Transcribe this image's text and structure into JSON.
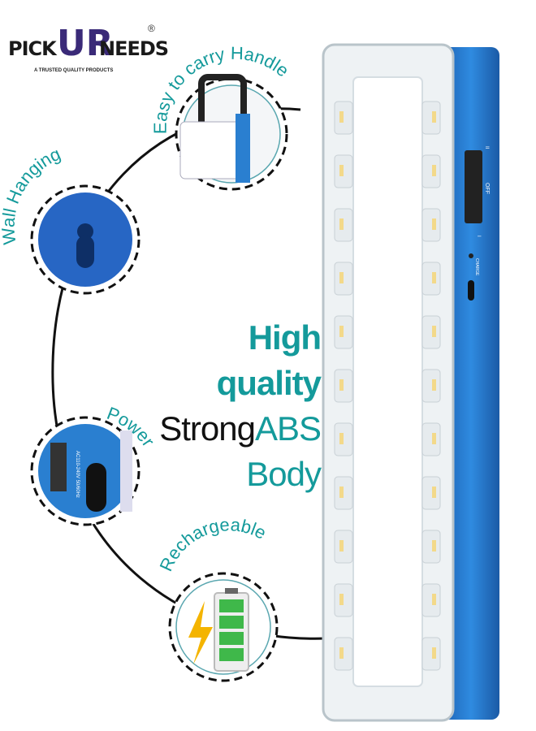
{
  "brand": {
    "word_left": "PICK",
    "word_mid": "UR",
    "word_right": "NEEDS",
    "tagline": "A TRUSTED QUALITY PRODUCTS",
    "registered": "®"
  },
  "features": [
    {
      "label": "Easy to carry Handle",
      "icon": "handle-icon"
    },
    {
      "label": "Wall Hanging",
      "icon": "keyhole-icon"
    },
    {
      "label": "Power",
      "icon": "power-socket-icon",
      "socket_text": "AC110-240V 50/60Hz"
    },
    {
      "label": "Rechargeable",
      "icon": "battery-charging-icon"
    }
  ],
  "headline": {
    "line1": "High quality",
    "line2_a": "Strong",
    "line2_b": "ABS",
    "line3": "Body"
  },
  "lamp": {
    "switch_label": "OFF",
    "switch_pos_1": "I",
    "switch_pos_2": "II",
    "charge_label": "CHARGE",
    "led_rows": 11
  },
  "colors": {
    "accent": "#149a9b",
    "body_blue": "#2a7fd0",
    "text_dark": "#111111"
  }
}
